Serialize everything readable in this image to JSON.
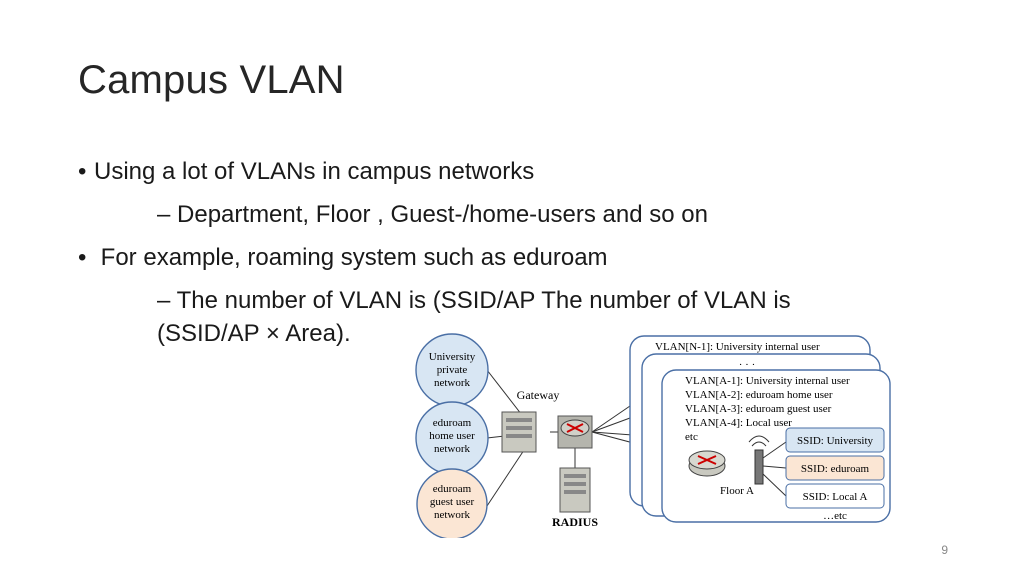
{
  "slide": {
    "title": "Campus VLAN",
    "bullets": [
      {
        "marker": "•",
        "text": "Using a lot of VLANs in campus networks"
      },
      {
        "marker": "–",
        "text": "Department, Floor , Guest-/home-users and so on"
      },
      {
        "marker": "•",
        "text": "For example, roaming system such as eduroam"
      },
      {
        "marker": "–",
        "text": "The number of VLAN is (SSID/AP The number of VLAN is"
      },
      {
        "text": "(SSID/AP × Area)."
      }
    ],
    "page_number": "9"
  },
  "diagram": {
    "networks": [
      {
        "lines": [
          "University",
          "private",
          "network"
        ],
        "fill": "#d8e6f3"
      },
      {
        "lines": [
          "eduroam",
          "home user",
          "network"
        ],
        "fill": "#d8e6f3"
      },
      {
        "lines": [
          "eduroam",
          "guest user",
          "network"
        ],
        "fill": "#fbe6d4"
      }
    ],
    "gateway_label": "Gateway",
    "radius_label": "RADIUS",
    "back_card_label": "VLAN[N-1]: University internal user",
    "ellipsis": "· · ·",
    "front_card_lines": [
      "VLAN[A-1]: University internal user",
      "VLAN[A-2]: eduroam home user",
      "VLAN[A-3]: eduroam guest user",
      "VLAN[A-4]: Local user",
      "etc"
    ],
    "floor_label": "Floor A",
    "ssids": [
      {
        "text": "SSID: University",
        "fill": "#d8e6f3"
      },
      {
        "text": "SSID: eduroam",
        "fill": "#fbe6d4"
      },
      {
        "text": "SSID: Local A",
        "fill": "#ffffff"
      }
    ],
    "ssid_more": "…etc"
  }
}
